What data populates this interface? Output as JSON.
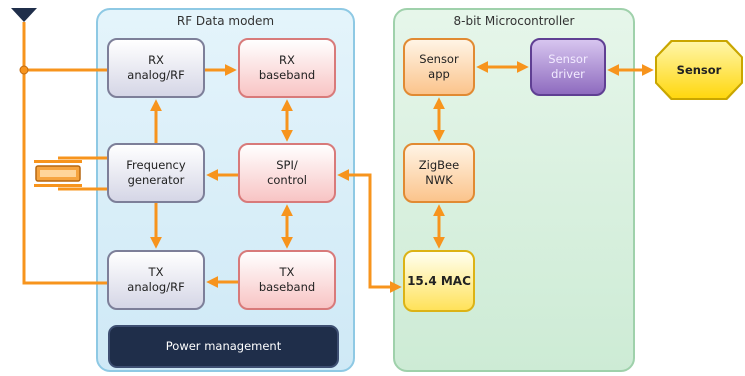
{
  "panels": {
    "rf_title": "RF Data modem",
    "mcu_title": "8-bit Microcontroller"
  },
  "blocks": {
    "rx_analog": "RX\nanalog/RF",
    "rx_baseband": "RX\nbaseband",
    "frequency_generator": "Frequency\ngenerator",
    "spi_control": "SPI/\ncontrol",
    "tx_analog": "TX\nanalog/RF",
    "tx_baseband": "TX\nbaseband",
    "power_management": "Power management",
    "sensor_app": "Sensor\napp",
    "sensor_driver": "Sensor\ndriver",
    "zigbee_nwk": "ZigBee\nNWK",
    "mac": "15.4 MAC",
    "sensor": "Sensor"
  },
  "icons": {
    "antenna": "antenna-icon",
    "crystal": "crystal-oscillator-icon"
  },
  "colors": {
    "wire": "#f7941d",
    "rf_panel": "#cfe9f6",
    "mcu_panel": "#cdebd5",
    "power": "#1f2e4a"
  }
}
